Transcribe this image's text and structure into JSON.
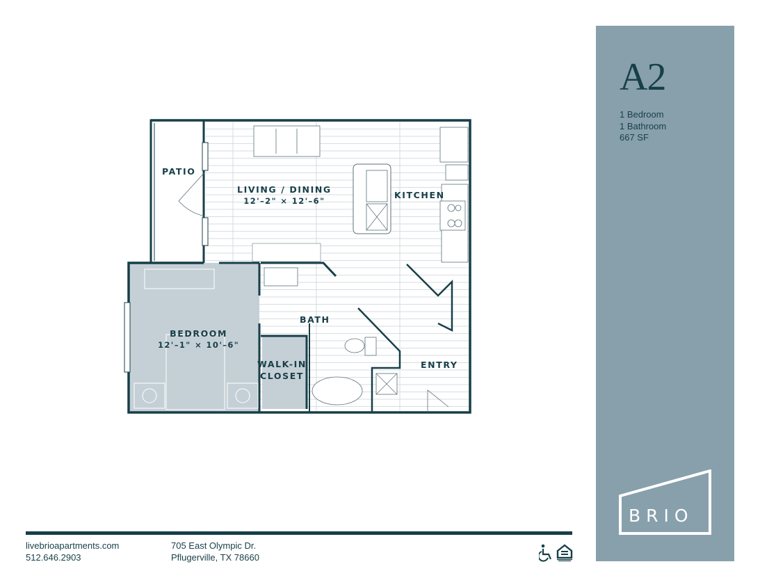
{
  "unit": {
    "name": "A2",
    "bedrooms": "1 Bedroom",
    "bathrooms": "1 Bathroom",
    "area": "667 SF"
  },
  "brand": {
    "logo_text": "BRIO",
    "panel_color": "#87a0ac",
    "ink_color": "#173f48",
    "bedroom_fill": "#c5d0d6"
  },
  "floorplan": {
    "rooms": [
      {
        "name": "PATIO",
        "dimensions": ""
      },
      {
        "name": "LIVING / DINING",
        "dimensions": "12'–2\" × 12'–6\""
      },
      {
        "name": "KITCHEN",
        "dimensions": ""
      },
      {
        "name": "BEDROOM",
        "dimensions": "12'–1\" × 10'–6\""
      },
      {
        "name": "BATH",
        "dimensions": ""
      },
      {
        "name": "WALK-IN",
        "dimensions": "CLOSET"
      },
      {
        "name": "ENTRY",
        "dimensions": ""
      }
    ]
  },
  "footer": {
    "website": "livebrioapartments.com",
    "phone": "512.646.2903",
    "address_line1": "705 East Olympic Dr.",
    "address_line2": "Pflugerville, TX 78660",
    "icons": [
      "accessibility-icon",
      "equal-housing-opportunity-icon"
    ]
  }
}
